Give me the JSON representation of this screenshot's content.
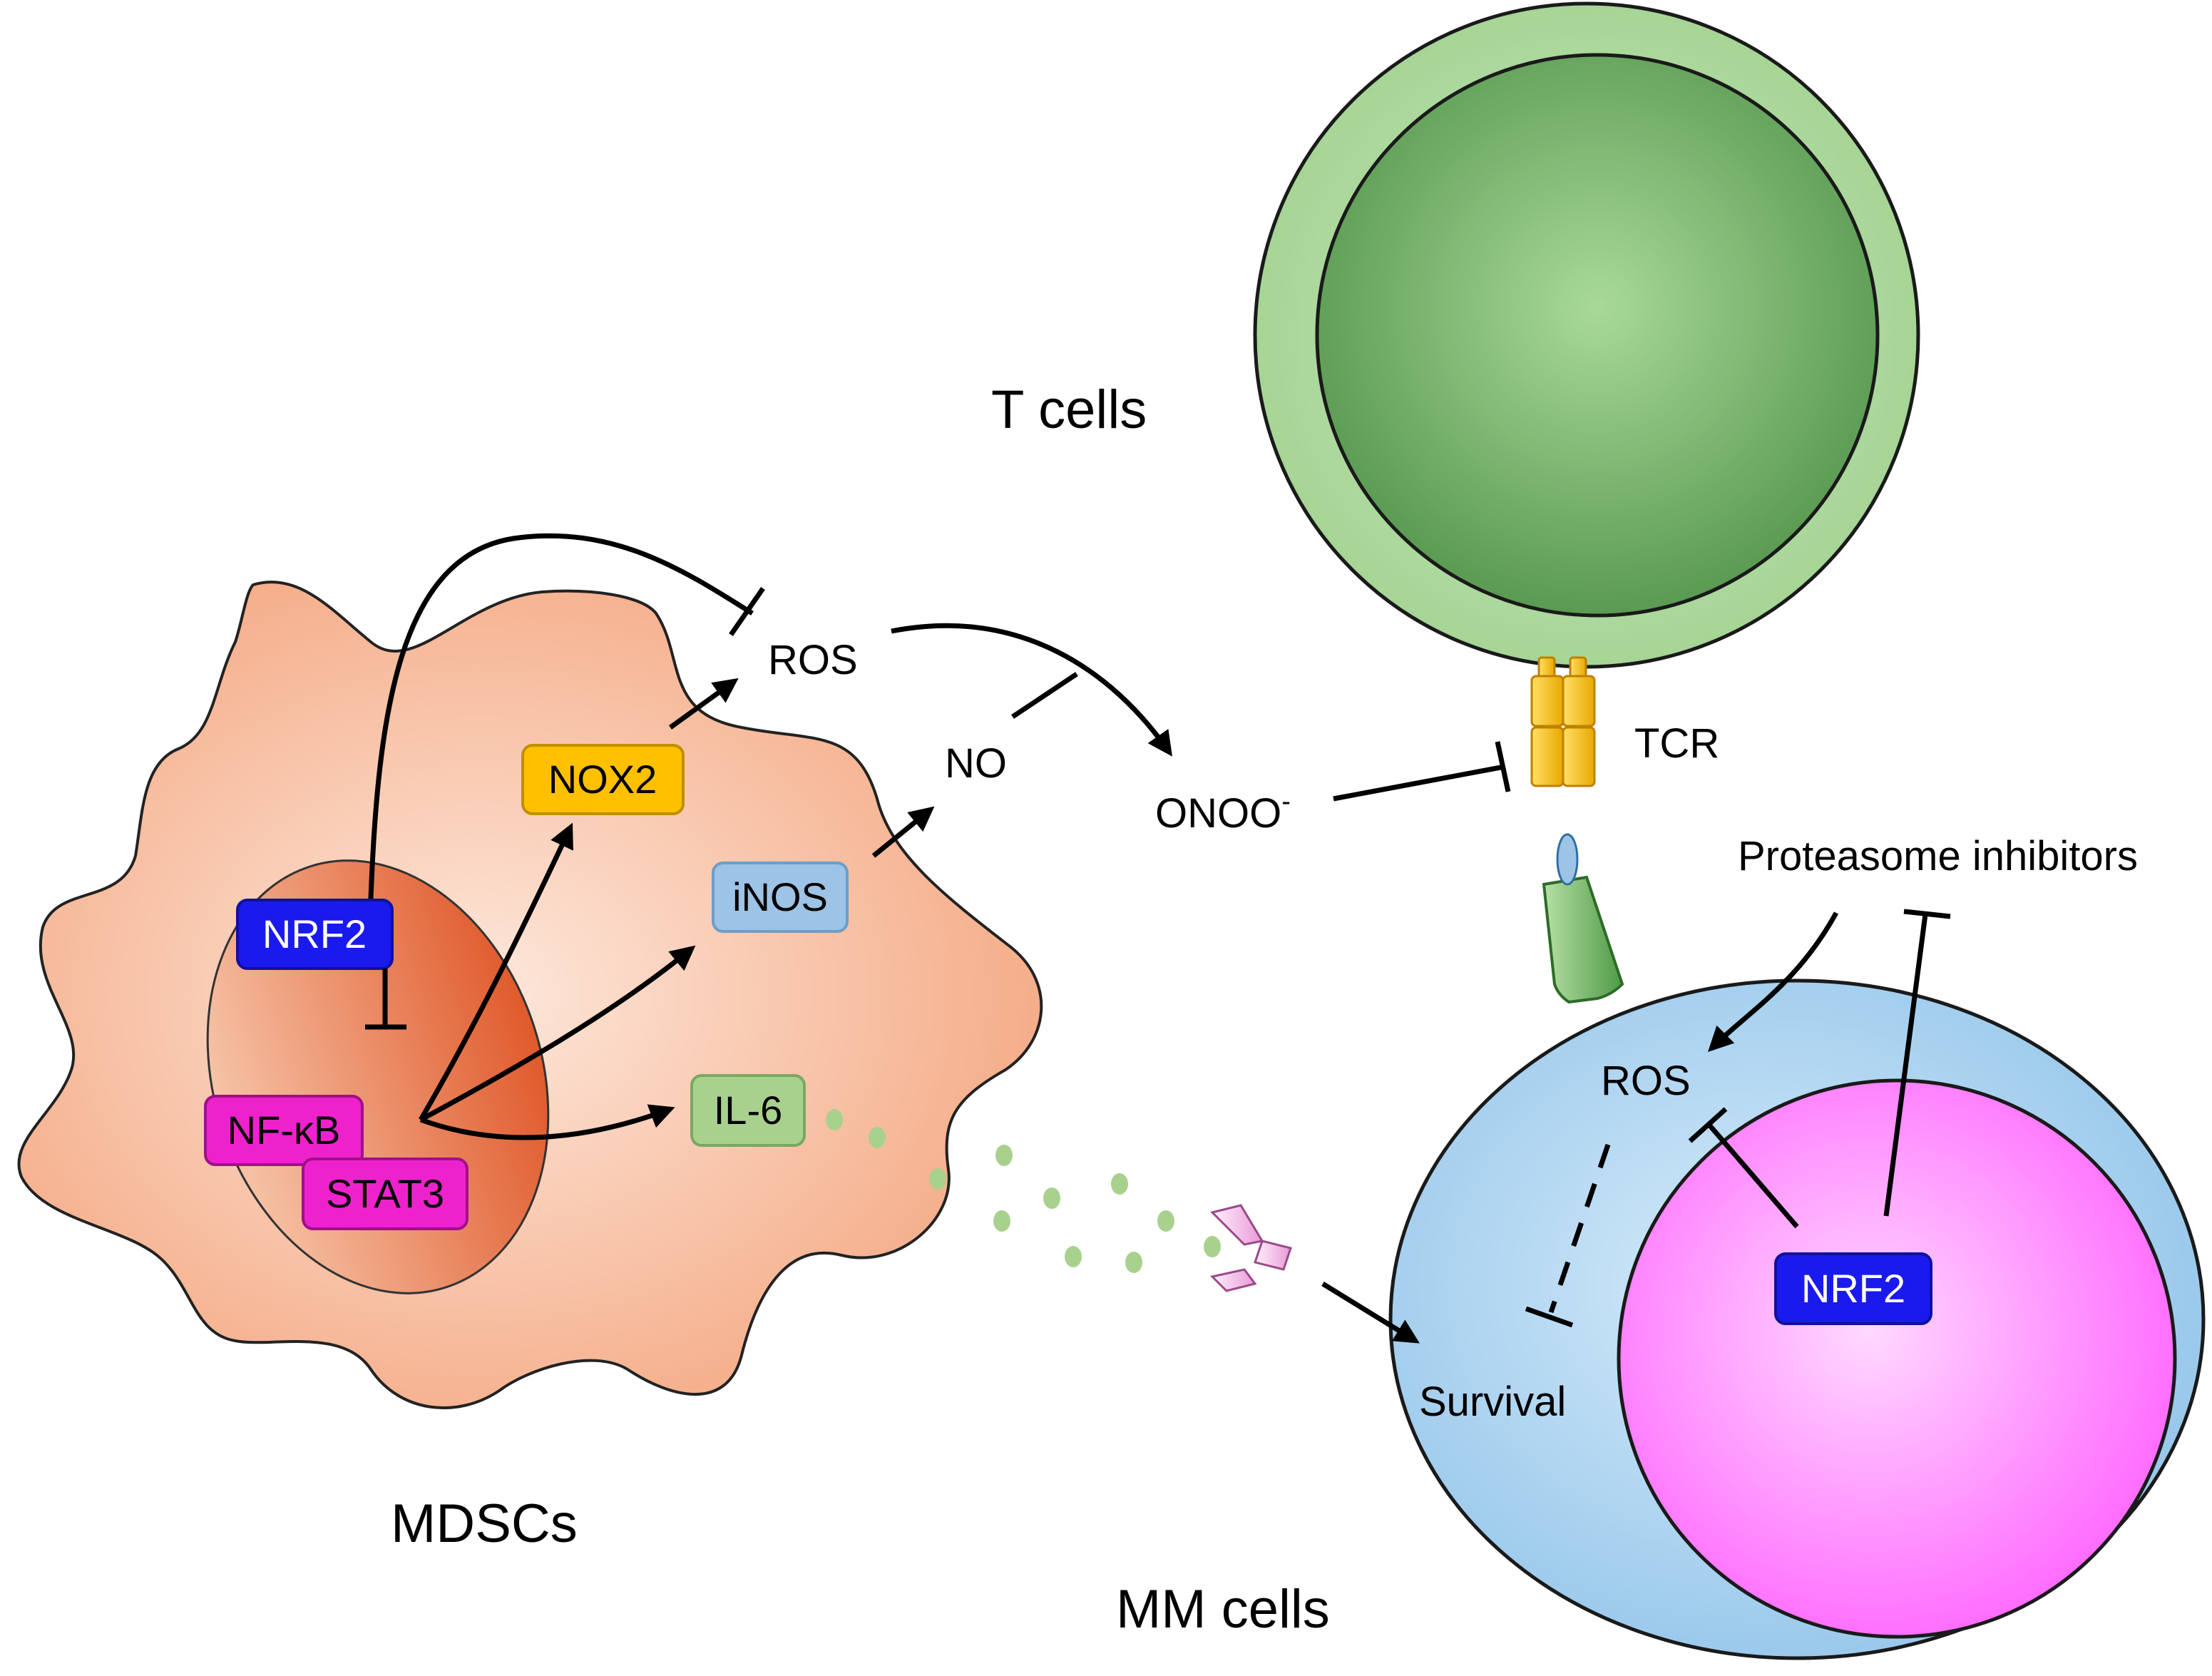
{
  "cells": {
    "tcell_label": "T cells",
    "mdsc_label": "MDSCs",
    "mm_label": "MM cells"
  },
  "mdsc": {
    "nrf2": "NRF2",
    "nfkb": "NF-κB",
    "stat3": "STAT3",
    "nox2": "NOX2",
    "inos": "iNOS",
    "il6": "IL-6"
  },
  "mediators": {
    "ros": "ROS",
    "no": "NO",
    "onoo": "ONOO",
    "onoo_sup": "-",
    "tcr": "TCR"
  },
  "mm": {
    "proteasome": "Proteasome inhibitors",
    "ros": "ROS",
    "survival": "Survival",
    "nrf2": "NRF2"
  },
  "colors": {
    "tcell_outer": "#abd8a0",
    "tcell_inner": "#5f9f57",
    "mdsc_body": "#f7b89a",
    "mdsc_nucleus": "#e2693e",
    "mm_body": "#9dcbec",
    "mm_nucleus": "#ff66ff",
    "nrf2_box": "#1616ee",
    "nfkb_box": "#ee22cc",
    "nox2_box": "#ffc000",
    "inos_box": "#9dc3e6",
    "il6_box": "#a9d18e",
    "tcr": "#ffc000",
    "cytokine_dots": "#a9d18e"
  }
}
